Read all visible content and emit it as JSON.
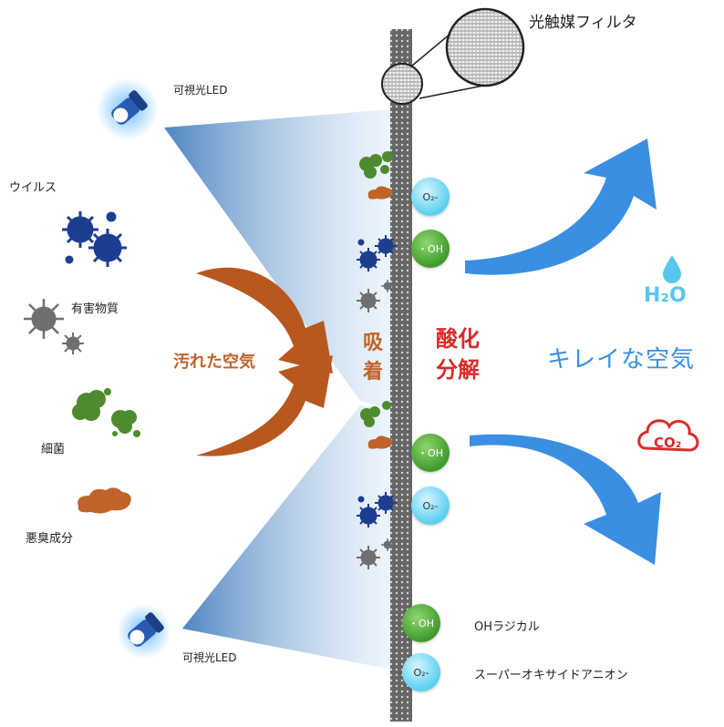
{
  "title": "光触媒フィルタ",
  "led_top_label": "可視光LED",
  "led_bottom_label": "可視光LED",
  "pollutants": {
    "virus": "ウイルス",
    "harmful": "有害物質",
    "bacteria": "細菌",
    "odor": "悪臭成分"
  },
  "dirty_air": "汚れた空気",
  "adsorption": [
    "吸",
    "着"
  ],
  "decomposition": [
    "酸化",
    "分解"
  ],
  "clean_air": "キレイな空気",
  "h2o": "H₂O",
  "co2": "CO₂",
  "ions": {
    "oh": "・OH",
    "o2": "O₂-"
  },
  "legend": {
    "oh_label": "OHラジカル",
    "o2_label": "スーパーオキサイドアニオン"
  },
  "colors": {
    "arrow_brown": "#b8581f",
    "arrow_blue": "#3a8fe3",
    "virus_blue": "#1d3d8f",
    "bacteria_green": "#4d8b2e",
    "harmful_gray": "#6f6f6f",
    "odor_brown": "#c0622a"
  }
}
